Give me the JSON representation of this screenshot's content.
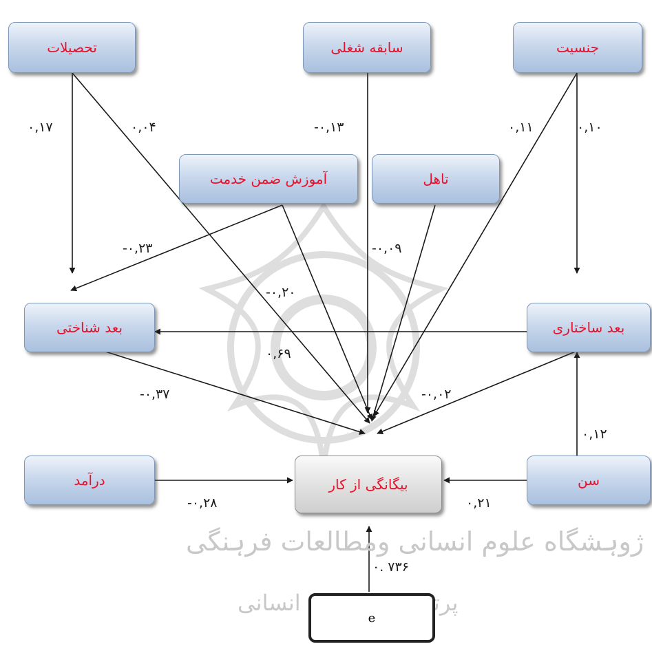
{
  "diagram": {
    "nodes": {
      "education": "تحصیلات",
      "work_experience": "سابقه شغلی",
      "gender": "جنسیت",
      "in_service_training": "آموزش ضمن خدمت",
      "marital_status": "تاهل",
      "cognitive_dimension": "بعد شناختی",
      "structural_dimension": "بعد ساختاری",
      "income": "درآمد",
      "work_alienation": "بیگانگی از کار",
      "age": "سن",
      "error": "e"
    },
    "coefficients": {
      "education_to_cognitive": "۰,۱۷",
      "education_to_alienation": "۰,۰۴",
      "experience_to_alienation": "-۰,۱۳",
      "gender_to_alienation": "۰,۱۱",
      "gender_to_structural": "۰,۱۰",
      "training_to_cognitive": "-۰,۲۳",
      "training_to_alienation": "-۰,۲۰",
      "marital_to_alienation": "-۰,۰۹",
      "structural_to_cognitive": "۰,۶۹",
      "cognitive_to_alienation": "-۰,۳۷",
      "structural_to_alienation": "-۰,۰۲",
      "age_to_structural": "۰,۱۲",
      "income_to_alienation": "-۰,۲۸",
      "age_to_alienation": "۰,۲۱",
      "error_to_alienation": "۰. ۷۳۶"
    },
    "watermark": {
      "line1": "ژوہشگاه علوم انسانی ومطالعات فرہنگی",
      "line2": "پرتال جامع علوم انسانی"
    },
    "colors": {
      "node_text": "#e8102a",
      "node_fill_blue": "#b8cbe6",
      "node_fill_grey": "#dcdcdc",
      "arrow": "#1a1a1a",
      "watermark": "#c8c8c8"
    }
  }
}
